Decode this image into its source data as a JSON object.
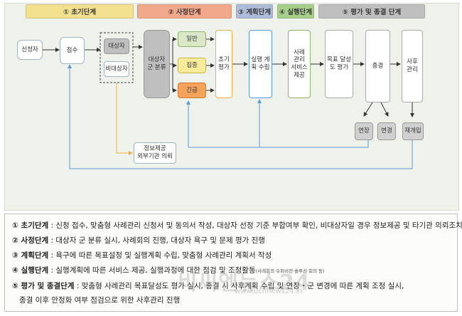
{
  "phases": [
    {
      "label": "① 초기단계",
      "color": "#f3e08e"
    },
    {
      "label": "② 사정단계",
      "color": "#f2a88a"
    },
    {
      "label": "③ 계획단계",
      "color": "#aebcda"
    },
    {
      "label": "④ 실행단계",
      "color": "#a6d08a"
    },
    {
      "label": "⑤ 평가 및 종결 단계",
      "color": "#bfbfbf"
    }
  ],
  "nodes": {
    "applicant": "신청자",
    "intake": "접수",
    "target": "대상자",
    "nontarget": "비대상자",
    "classify": "대상자 군 분류",
    "general": "일반",
    "intensive": "집중",
    "emergency": "긴급",
    "initial_eval": "초기 평가",
    "plan": "실행 계획 수립",
    "service": "사례 관리 서비스 제공",
    "goal_eval": "목표 달성도 평가",
    "closure": "종결",
    "followup": "사후 관리",
    "extend": "연장",
    "change": "변경",
    "reentry": "재개입",
    "info_line1": "정보제공",
    "info_line2": "외부기관 의뢰"
  },
  "stages": [
    {
      "title": "① 초기단계",
      "text": " : 신청 접수, 맞춤형 사례관리 신청서 및 동의서 작성, 대상자 선정 기준 부합여부 확인, 비대상자일 경우 정보제공 및 타기관 의뢰조치"
    },
    {
      "title": "② 사정단계",
      "text": " : 대상자 군 분류 실시, 사례회의 진행, 대상자 욕구 및 문제 평가 진행"
    },
    {
      "title": "③ 계획단계",
      "text": " : 욕구에 따른 목표설정 및 실행계획 수립, 맞춤형 사례관리 계획서 작성"
    },
    {
      "title": "④ 실행단계",
      "text": " : 실행계획에 따른 서비스 제공, 실행과정에 대한 점검 및 조정활동",
      "small": "(사례회의·슈퍼비전·솔루션 회의 등)"
    },
    {
      "title": "⑤ 평가 및 종결단계",
      "text": " : 맞춤형 사례관리 목표달성도 평가 실시, 종결 시 사후계획 수립 및 연장・군 변경에 따른 계획 조정 실시,",
      "line2": "종결 이후 안정화 여부 점검으로 위한 사후관리 진행"
    }
  ],
  "watermark": {
    "main": "비씨엔뉴스24",
    "url": "www.bcnnews24.kr"
  }
}
